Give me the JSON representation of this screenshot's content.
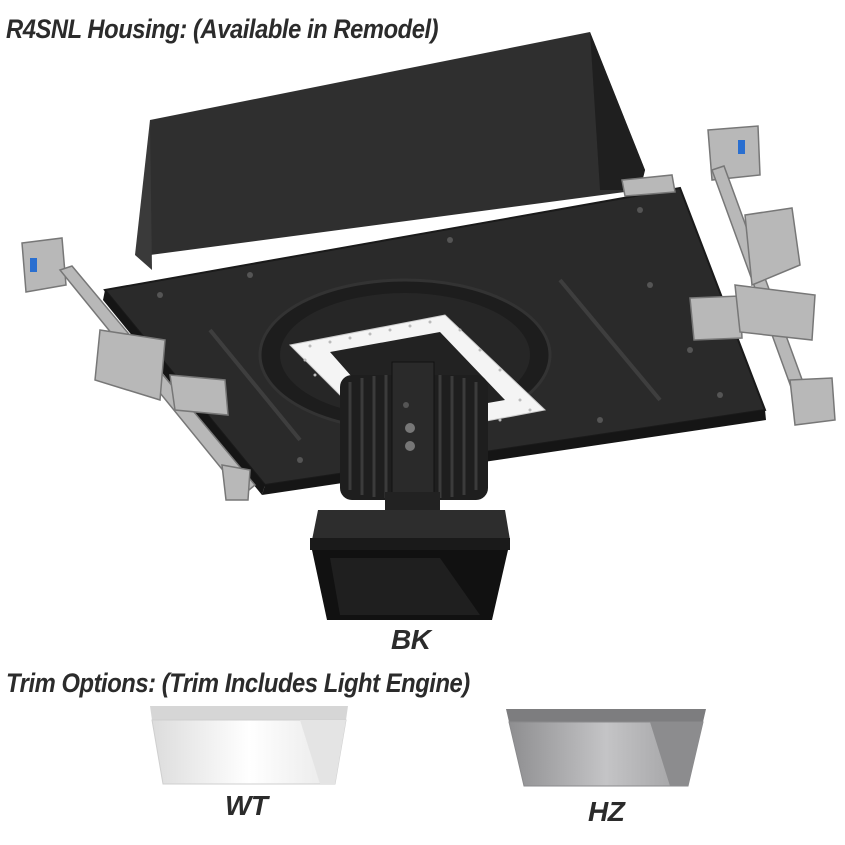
{
  "title": "R4SNL Housing: (Available in Remodel)",
  "trim_heading": "Trim Options: (Trim Includes Light Engine)",
  "finishes": {
    "bk": "BK",
    "wt": "WT",
    "hz": "HZ"
  },
  "colors": {
    "housing": "#2c2c2c",
    "black_trim": "#1e1e1e",
    "white_trim": "#f2f2f2",
    "haze_trim": "#a9a9ab"
  }
}
